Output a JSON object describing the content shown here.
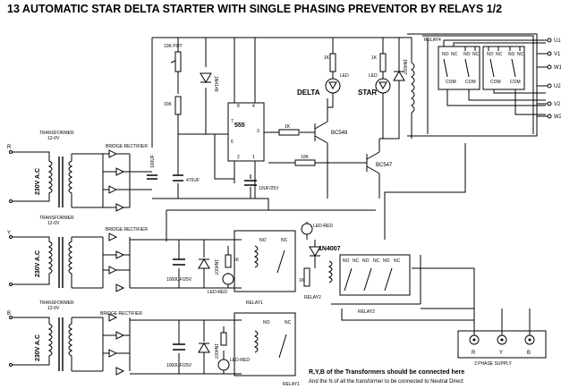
{
  "title": "13 AUTOMATIC STAR DELTA STARTER WITH SINGLE PHASING PREVENTOR BY RELAYS 1/2",
  "labels": {
    "pot": "10K POT",
    "r10k": "10K",
    "r1k": "1K",
    "d1n4148": "1N4148",
    "d1n4007": "1N4007",
    "c470": "470UF",
    "c10": "10UF/25V",
    "c100": "100UF",
    "c1000": "1000UF/25V",
    "ic": "555",
    "bc548": "BC548",
    "bc547": "BC547",
    "led": "LED",
    "ledred": "LED-RED",
    "delta": "DELTA",
    "star": "STAR",
    "relay4": "RELAY4",
    "relay1": "RELAY1",
    "relay2": "RELAY2",
    "transformer": "TRANSFORMER",
    "volt12": "12-0V",
    "ac230": "230V A.C",
    "bridge": "BRIDGE RECTIFIER",
    "no": "NO",
    "nc": "NC",
    "com": "COM"
  },
  "terminals": [
    "U1",
    "V1",
    "W1",
    "U2",
    "V2",
    "W2"
  ],
  "supply": {
    "r": "R",
    "y": "Y",
    "b": "B",
    "title": "3 PHASE SUPPLY"
  },
  "notes": [
    "R,Y,B of the Transformers should be connected here",
    "And the N of all the transformer to be connected to Neutral Direct"
  ]
}
